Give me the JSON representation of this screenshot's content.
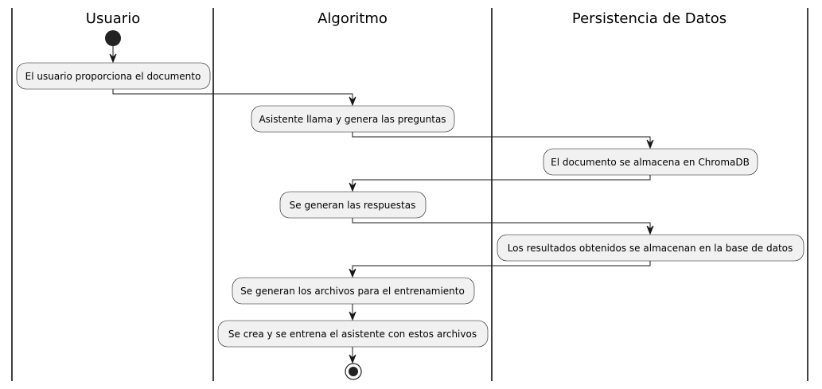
{
  "lanes": [
    {
      "id": "usuario",
      "title": "Usuario"
    },
    {
      "id": "algoritmo",
      "title": "Algoritmo"
    },
    {
      "id": "persistencia",
      "title": "Persistencia de Datos"
    }
  ],
  "activities": [
    {
      "id": "a1",
      "lane": "usuario",
      "label": "El usuario proporciona el documento"
    },
    {
      "id": "a2",
      "lane": "algoritmo",
      "label": "Asistente llama y genera las preguntas"
    },
    {
      "id": "a3",
      "lane": "persistencia",
      "label": "El documento se almacena en ChromaDB"
    },
    {
      "id": "a4",
      "lane": "algoritmo",
      "label": "Se generan las respuestas"
    },
    {
      "id": "a5",
      "lane": "persistencia",
      "label": "Los resultados obtenidos se almacenan en la base de datos"
    },
    {
      "id": "a6",
      "lane": "algoritmo",
      "label": "Se generan los archivos para el entrenamiento"
    },
    {
      "id": "a7",
      "lane": "algoritmo",
      "label": "Se crea y se entrena el asistente con estos archivos"
    }
  ],
  "colors": {
    "activity_fill": "#f1f1f1",
    "stroke": "#181818",
    "start_end": "#222222"
  }
}
